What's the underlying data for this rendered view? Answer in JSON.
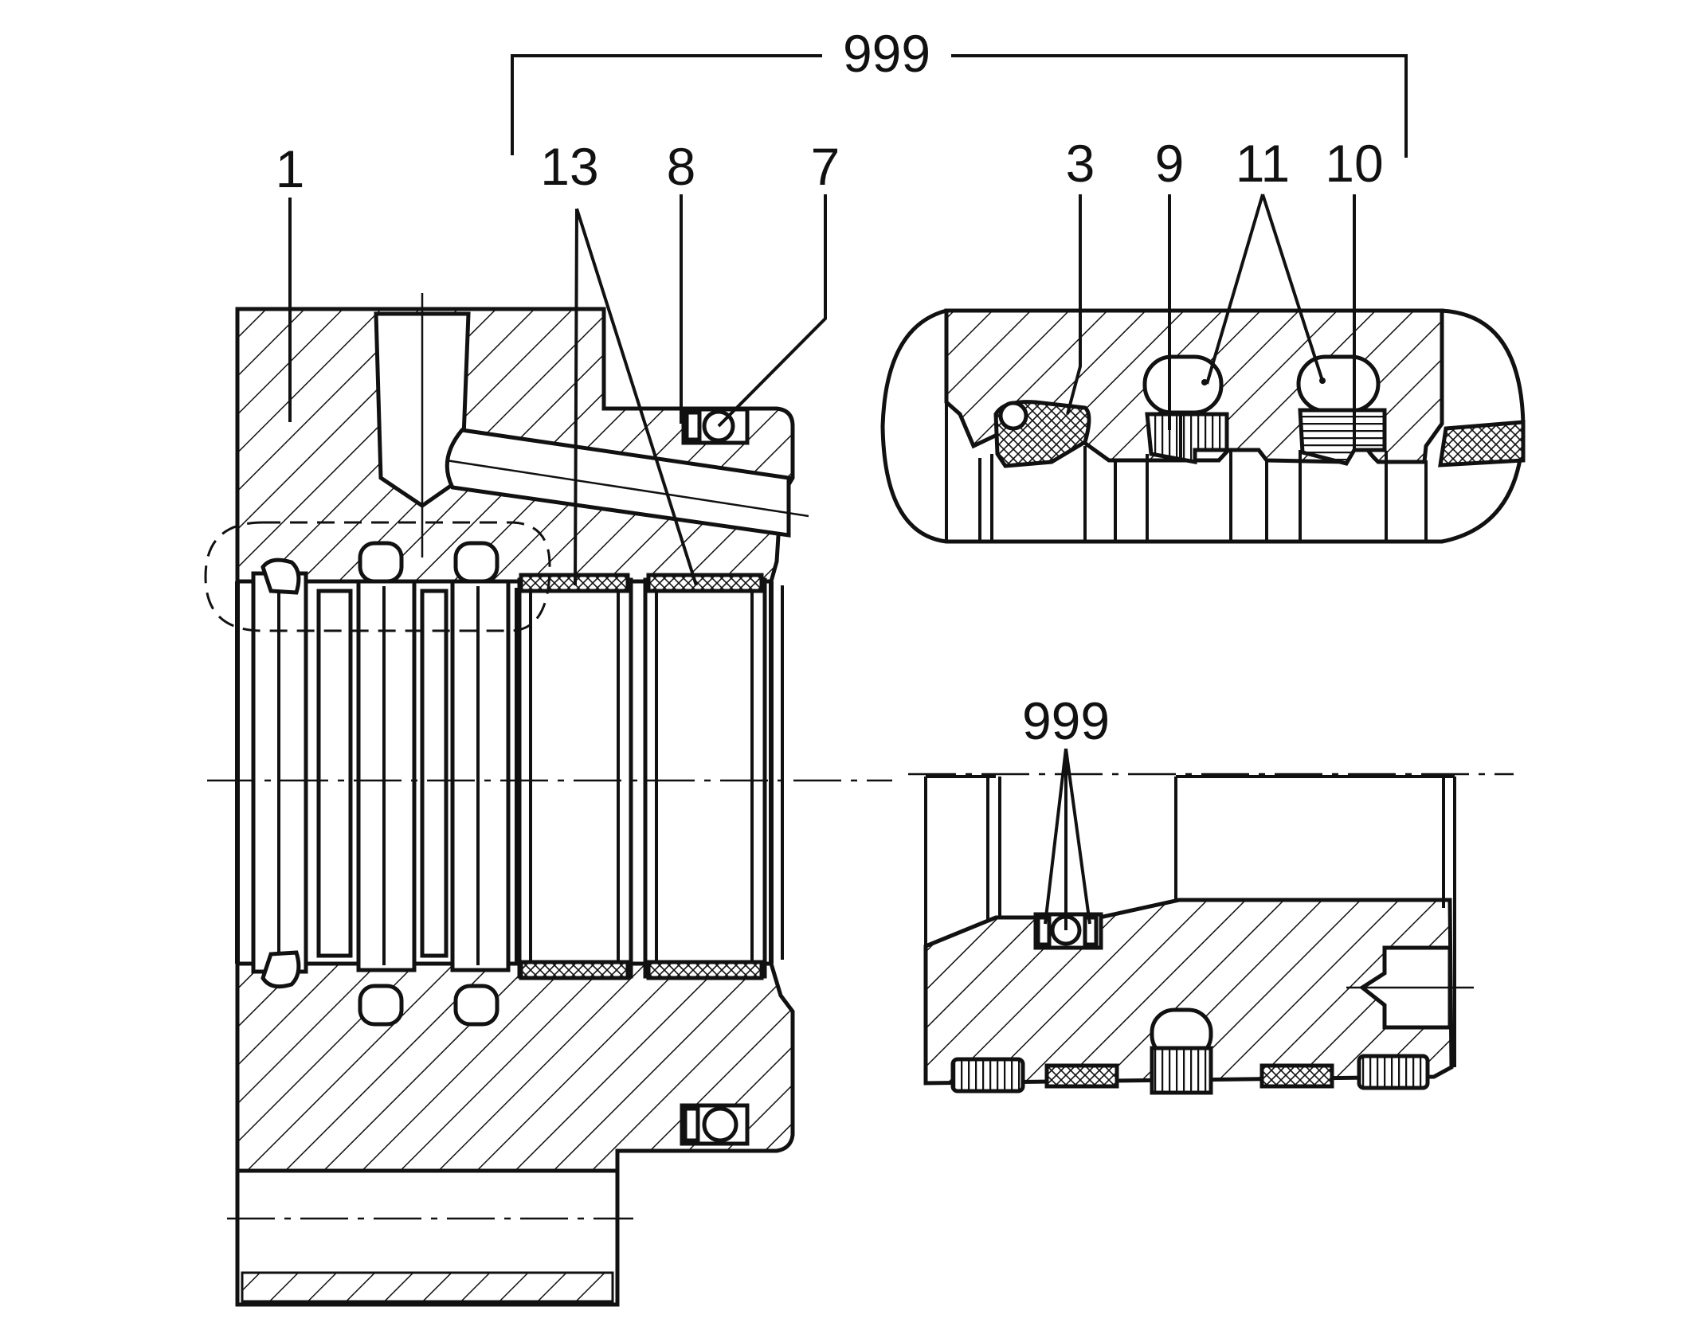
{
  "figure": {
    "labels": {
      "bracket_top": "999",
      "part_1": "1",
      "part_13": "13",
      "part_8": "8",
      "part_7": "7",
      "part_3": "3",
      "part_9": "9",
      "part_11": "11",
      "part_10": "10",
      "part_999_lower": "999"
    },
    "colors": {
      "ink": "#111111",
      "paper": "#ffffff"
    }
  }
}
